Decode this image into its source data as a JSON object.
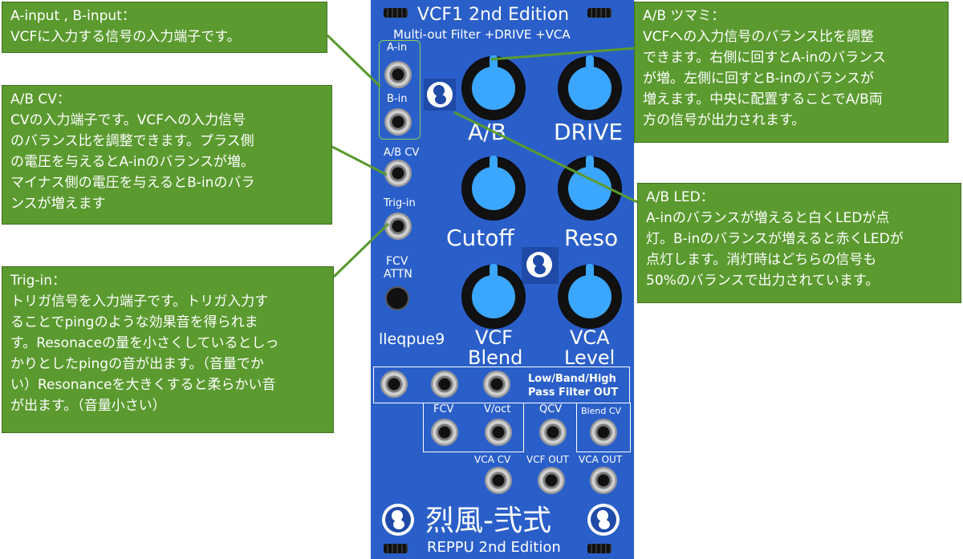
{
  "module": {
    "title": "VCF1 2nd Edition",
    "subtitle": "Multi-out Filter +DRIVE +VCA",
    "labels": {
      "a_in": "A-in",
      "b_in": "B-in",
      "ab_cv": "A/B CV",
      "trig_in": "Trig-in",
      "fcv": "FCV",
      "attn": "ATTN",
      "maker": "lleqpue9",
      "knob_ab": "A/B",
      "knob_drive": "DRIVE",
      "knob_cutoff": "Cutoff",
      "knob_reso": "Reso",
      "knob_vcf_1": "VCF",
      "knob_vcf_2": "Blend",
      "knob_vca_1": "VCA",
      "knob_vca_2": "Level",
      "filter_out_1": "Low/Band/High",
      "filter_out_2": "Pass Filter OUT",
      "fcv2": "FCV",
      "voct": "V/oct",
      "qcv": "QCV",
      "blend_cv": "Blend CV",
      "vca_cv": "VCA CV",
      "vcf_out": "VCF OUT",
      "vca_out": "VCA OUT",
      "brand": "烈風-弐式",
      "edition": "REPPU 2nd Edition"
    },
    "colors": {
      "panel": "#2a5fc9",
      "knob_cap": "#3aa6ff",
      "note_bg": "#5b9a2f",
      "line": "#5b9a2f"
    }
  },
  "notes": [
    {
      "id": "ab-input",
      "title": "A-input , B-input：",
      "body": "VCFに入力する信号の入力端子です。"
    },
    {
      "id": "ab-cv",
      "title": "A/B CV：",
      "body": "CVの入力端子です。VCFへの入力信号\nのバランス比を調整できます。プラス側\nの電圧を与えるとA-inのバランスが増。\nマイナス側の電圧を与えるとB-inのバラ\nンスが増えます"
    },
    {
      "id": "trig-in",
      "title": "Trig-in：",
      "body": "トリガ信号を入力端子です。トリガ入力す\nることでpingのような効果音を得られま\nす。Resonaceの量を小さくしているとしっ\nかりとしたpingの音が出ます。（音量でか\nい）Resonanceを大きくすると柔らかい音\nが出ます。（音量小さい）"
    },
    {
      "id": "ab-knob",
      "title": "A/B ツマミ：",
      "body": "VCFへの入力信号のバランス比を調整\nできます。右側に回すとA-inのバランス\nが増。左側に回すとB-inのバランスが\n増えます。中央に配置することでA/B両\n方の信号が出力されます。"
    },
    {
      "id": "ab-led",
      "title": "A/B LED：",
      "body": "A-inのバランスが増えると白くLEDが点\n灯。B-inのバランスが増えると赤くLEDが\n点灯します。消灯時はどちらの信号も\n50%のバランスで出力されています。"
    }
  ]
}
